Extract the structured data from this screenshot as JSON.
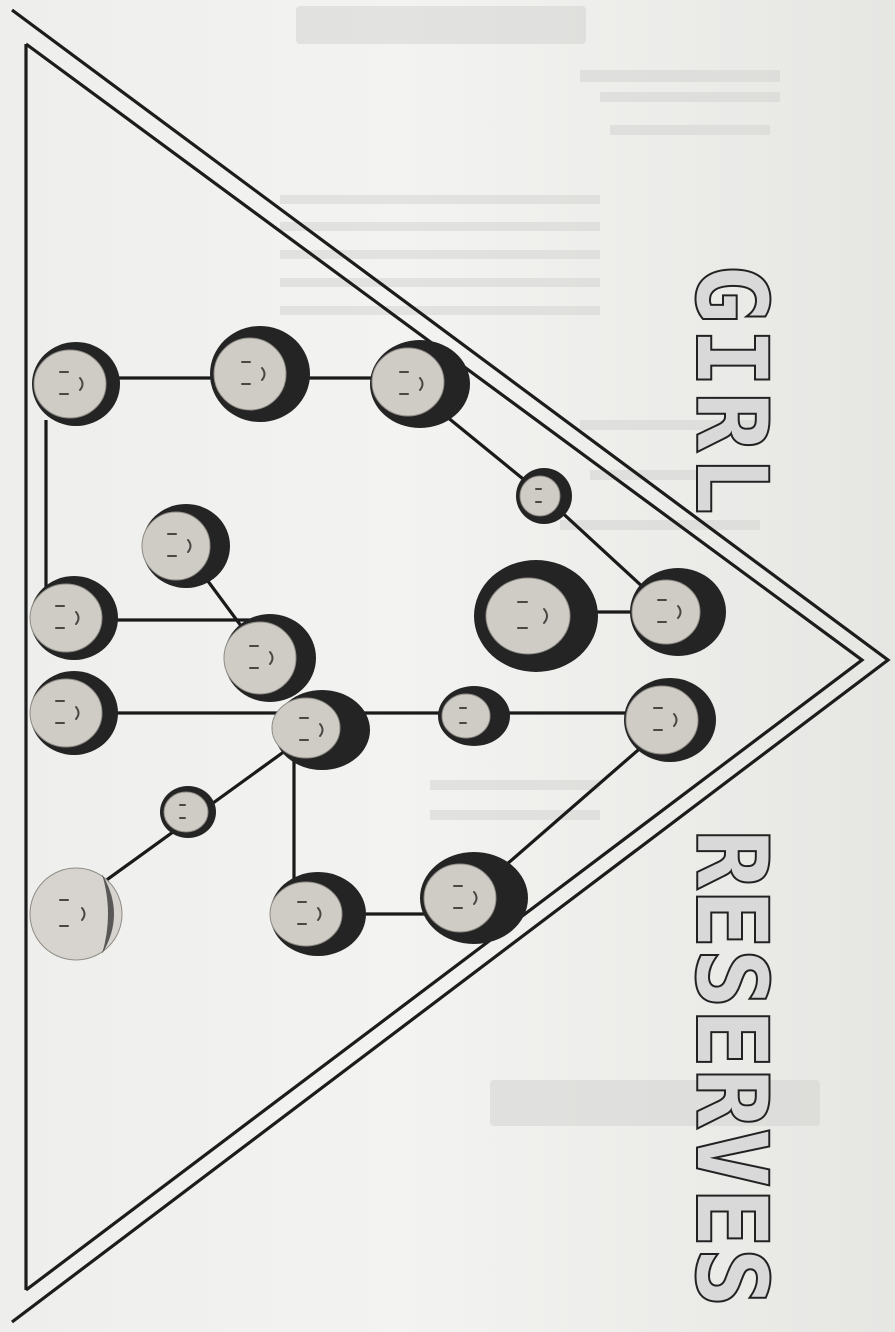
{
  "page": {
    "title_word_1": "GIRL",
    "title_word_2": "RESERVES"
  },
  "portraits": [
    {
      "name": "portrait-1"
    },
    {
      "name": "portrait-2"
    },
    {
      "name": "portrait-3"
    },
    {
      "name": "portrait-4"
    },
    {
      "name": "portrait-5"
    },
    {
      "name": "portrait-6"
    },
    {
      "name": "portrait-7"
    },
    {
      "name": "portrait-8"
    },
    {
      "name": "portrait-9"
    },
    {
      "name": "portrait-10"
    },
    {
      "name": "portrait-11"
    },
    {
      "name": "portrait-12"
    },
    {
      "name": "portrait-13"
    },
    {
      "name": "portrait-14"
    },
    {
      "name": "portrait-15"
    },
    {
      "name": "portrait-16"
    }
  ],
  "colors": {
    "paper": "#eeeeec",
    "ink": "#1c1c1c",
    "title_fill": "#d9d9d9"
  }
}
